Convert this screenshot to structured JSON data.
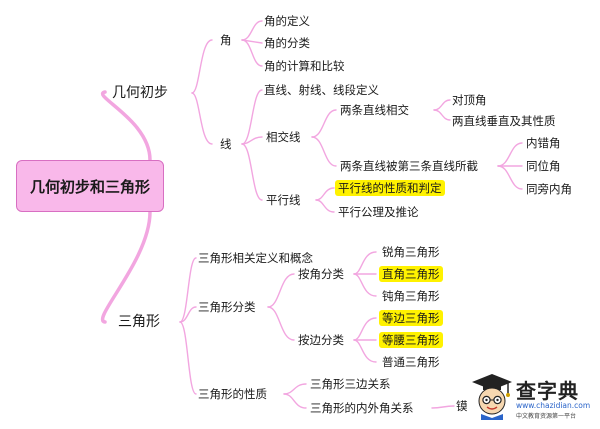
{
  "root": "几何初步和三角形",
  "geometry": {
    "label": "几何初步",
    "angle": {
      "label": "角",
      "items": [
        "角的定义",
        "角的分类",
        "角的计算和比较"
      ]
    },
    "line": {
      "label": "线",
      "basics": "直线、射线、线段定义",
      "intersecting": {
        "label": "相交线",
        "two_lines": {
          "label": "两条直线相交",
          "items": [
            "对顶角",
            "两直线垂直及其性质"
          ]
        },
        "third_line": {
          "label": "两条直线被第三条直线所截",
          "items": [
            "内错角",
            "同位角",
            "同旁内角"
          ]
        }
      },
      "parallel": {
        "label": "平行线",
        "properties": "平行线的性质和判定",
        "axiom": "平行公理及推论"
      }
    }
  },
  "triangle": {
    "label": "三角形",
    "definition": "三角形相关定义和概念",
    "classification": {
      "label": "三角形分类",
      "by_angle": {
        "label": "按角分类",
        "items": [
          "锐角三角形",
          "直角三角形",
          "钝角三角形"
        ]
      },
      "by_side": {
        "label": "按边分类",
        "items": [
          "等边三角形",
          "等腰三角形",
          "普通三角形"
        ]
      }
    },
    "properties": {
      "label": "三角形的性质",
      "items": [
        "三角形三边关系",
        "三角形的内外角关系"
      ],
      "truncated": "镆"
    }
  },
  "watermark": {
    "title": "查字典",
    "url": "www.chazidian.com",
    "subtitle": "中文教育资源第一平台"
  },
  "colors": {
    "branch": "#f2a6e0",
    "root_fill": "#f9b8ea",
    "highlight": "#fff200"
  }
}
